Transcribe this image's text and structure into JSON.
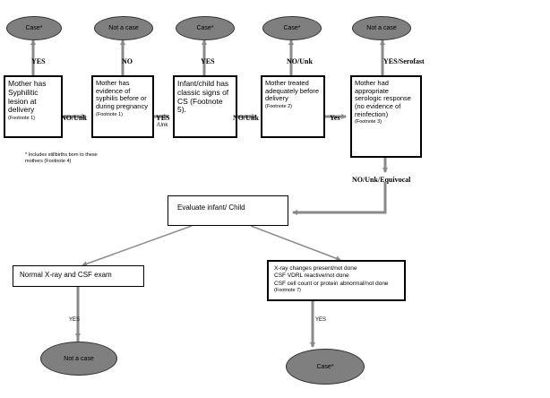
{
  "ovals": {
    "case1": "Case*",
    "notcase1": "Not a case",
    "case2": "Case*",
    "case3": "Case*",
    "notcase2": "Not a case",
    "notcase_bottom": "Not a case",
    "case_bottom": "Case*"
  },
  "boxes": {
    "mother_lesion": {
      "text": "Mother has Syphilitic lesion at delivery",
      "footnote": "(Footnote 1)"
    },
    "mother_evidence": {
      "text": "Mother has evidence of syphilis before or during pregnancy",
      "footnote": "(Footnote 1)"
    },
    "infant_signs": {
      "text": "Infant/child has classic signs of CS (Footnote 5)."
    },
    "mother_treated": {
      "text": "Mother treated adequately before delivery",
      "footnote": "(Footnote 2)"
    },
    "mother_response": {
      "text": "Mother had appropriate serologic response (no evidence of reinfection)",
      "footnote": "(Footnote 3)"
    },
    "evaluate": {
      "text": "Evaluate infant/ Child"
    },
    "normal_xray": {
      "text": "Normal X-ray and CSF exam"
    },
    "xray_changes": {
      "line1": "X-ray changes present/not done",
      "line2": "CSF VDRL reactive/not done",
      "line3": "CSF cell count or protein abnormal/not done",
      "footnote": "(Footnote 7)"
    }
  },
  "labels": {
    "yes1": "YES",
    "no1": "NO",
    "yes2": "YES",
    "nounk1": "NO/Unk",
    "yes_mid": "YES",
    "unk_mid": "/Unk",
    "nounk2": "NO/Unk",
    "nounk3": "NO/Unk",
    "yes_serofast": "YES/Serofast",
    "yes3": "Yes",
    "nounk_equivocal": "NO/Unk/Equivocal",
    "yes_bottom_left": "YES",
    "yes_bottom_right": "YES"
  },
  "note": "* Includes stillbirths born to these mothers (Footnote 4)"
}
